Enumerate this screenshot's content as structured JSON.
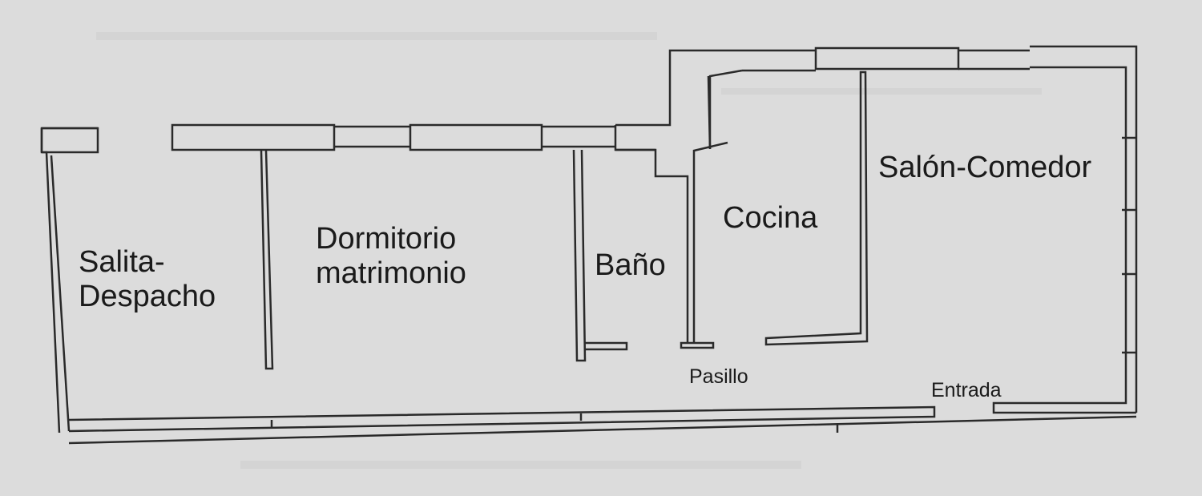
{
  "diagram": {
    "colors": {
      "paper": "#dcdcdc",
      "wall": "#2a2a2a",
      "text": "#1a1a1a"
    },
    "rooms": {
      "salita_line1": "Salita-",
      "salita_line2": "Despacho",
      "dormitorio_line1": "Dormitorio",
      "dormitorio_line2": "matrimonio",
      "bano": "Baño",
      "cocina": "Cocina",
      "salon": "Salón-Comedor",
      "pasillo": "Pasillo",
      "entrada": "Entrada"
    }
  }
}
